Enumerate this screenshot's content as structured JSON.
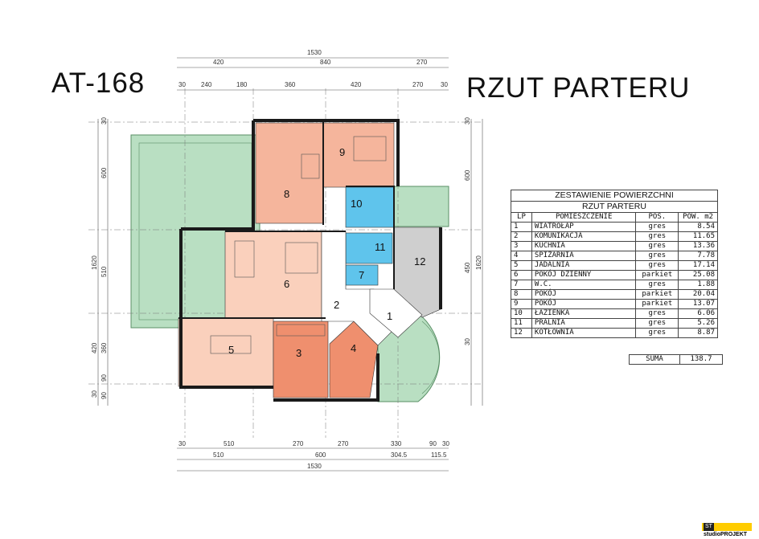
{
  "titles": {
    "project": "AT-168",
    "drawing": "RZUT PARTERU"
  },
  "dimensions": {
    "top_total": "1530",
    "top_row1": [
      "420",
      "840",
      "270"
    ],
    "top_row2": [
      "30",
      "240",
      "180",
      "360",
      "420",
      "270",
      "30"
    ],
    "bottom_row1": [
      "30",
      "510",
      "270",
      "270",
      "330",
      "90",
      "30"
    ],
    "bottom_row2": [
      "510",
      "600",
      "304.5",
      "115.5"
    ],
    "bottom_total": "1530",
    "left_total": "1620",
    "left_row": [
      "30",
      "600",
      "510",
      "420",
      "360",
      "90",
      "30",
      "90"
    ],
    "right_total": "1620",
    "right_row": [
      "30",
      "600",
      "450",
      "30"
    ]
  },
  "rooms": [
    "1",
    "2",
    "3",
    "4",
    "5",
    "6",
    "7",
    "8",
    "9",
    "10",
    "11",
    "12"
  ],
  "table": {
    "title_line1": "ZESTAWIENIE POWIERZCHNI",
    "title_line2": "RZUT PARTERU",
    "headers": [
      "LP",
      "POMIESZCZENIE",
      "POS.",
      "POW. m2"
    ],
    "rows": [
      [
        "1",
        "WIATROŁAP",
        "gres",
        "8.54"
      ],
      [
        "2",
        "KOMUNIKACJA",
        "gres",
        "11.65"
      ],
      [
        "3",
        "KUCHNIA",
        "gres",
        "13.36"
      ],
      [
        "4",
        "SPIŻARNIA",
        "gres",
        "7.78"
      ],
      [
        "5",
        "JADALNIA",
        "gres",
        "17.14"
      ],
      [
        "6",
        "POKÓJ DZIENNY",
        "parkiet",
        "25.08"
      ],
      [
        "7",
        "W.C.",
        "gres",
        "1.88"
      ],
      [
        "8",
        "POKÓJ",
        "parkiet",
        "20.04"
      ],
      [
        "9",
        "POKÓJ",
        "parkiet",
        "13.07"
      ],
      [
        "10",
        "ŁAZIENKA",
        "gres",
        "6.06"
      ],
      [
        "11",
        "PRALNIA",
        "gres",
        "5.26"
      ],
      [
        "12",
        "KOTŁOWNIA",
        "gres",
        "8.87"
      ]
    ],
    "sum_label": "SUMA",
    "sum_value": "138.7"
  },
  "logo": {
    "prefix": "ST",
    "name": "studioPROJEKT"
  },
  "colors": {
    "bedroom": "#f5b59c",
    "living": "#fad0bc",
    "kitchen": "#ef8f6e",
    "bath": "#5fc4ec",
    "boiler": "#cfcfcf",
    "terrace": "#b9dfc2",
    "wall": "#1a1a1a"
  }
}
